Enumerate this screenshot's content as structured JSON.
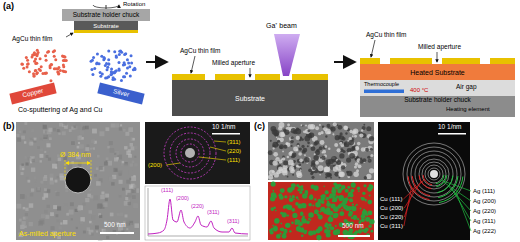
{
  "diagram": {
    "nodes": [
      {
        "text": [
          "Substrate holder chuck"
        ]
      },
      {
        "text": [
          "Substrate"
        ]
      },
      {
        "text": [
          "Copper"
        ]
      },
      {
        "text": [
          "Silver"
        ]
      },
      {
        "text": [
          "Substrate"
        ]
      },
      {
        "text": [
          "Heated Substrate"
        ]
      },
      {
        "text": [
          "Substrate holder chuck"
        ]
      }
    ],
    "labels": [
      "(a)",
      "Rotation",
      "AgCu thin film",
      "Co-sputtering of Ag and Cu",
      "Ga⁺ beam",
      "AgCu thin film",
      "Milled aperture",
      "AgCu thin film",
      "Milled aperture",
      "Thermocouple",
      "400 °C",
      "Air gap",
      "Heating element",
      "(b)",
      "Ø 384 nm",
      "As-milled aperture",
      "500 nm",
      "10 1/nm",
      "(311)",
      "(220)",
      "(111)",
      "(200)",
      "(111)",
      "(200)",
      "(220)",
      "(311)",
      "(311)",
      "(c)",
      "500 nm",
      "10 1/nm",
      "Cu (111)",
      "Cu (200)",
      "Cu (220)",
      "Cu (311)",
      "Ag (111)",
      "Ag (200)",
      "Ag (220)",
      "Ag (311)",
      "Ag (222)"
    ]
  }
}
